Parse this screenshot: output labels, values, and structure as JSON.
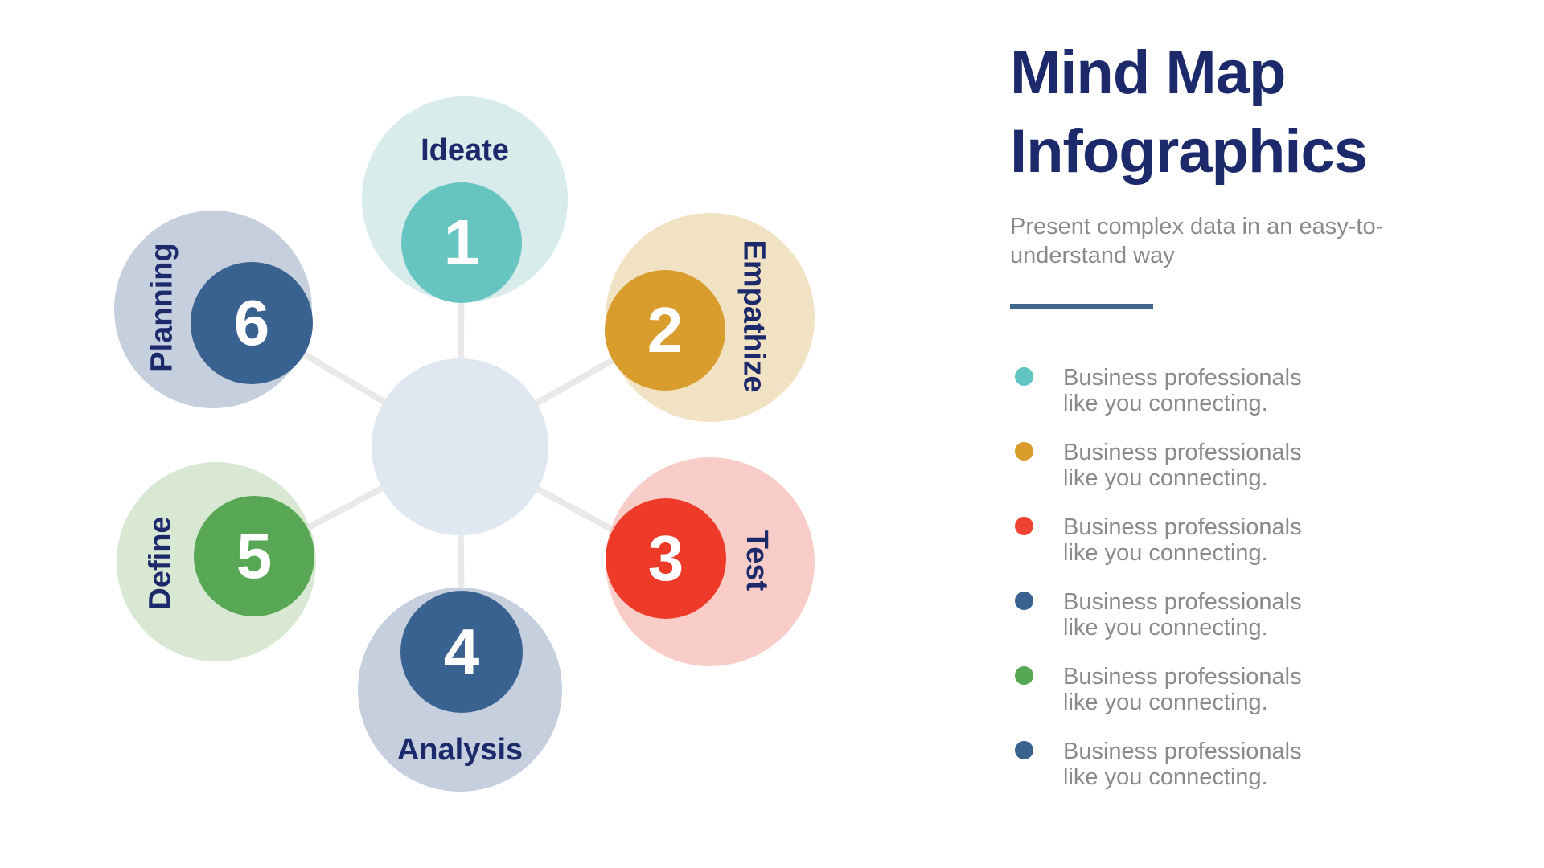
{
  "theme": {
    "background": "#ffffff",
    "navy": "#1c2a6b",
    "text_gray": "#8a8a8a",
    "number_white": "#ffffff"
  },
  "header": {
    "title": "Mind Map Infographics",
    "subtitle": "Present complex data in an easy-to-understand way",
    "divider_color": "#41698f"
  },
  "legend": {
    "items": [
      {
        "dot_color": "#5fc4c2",
        "line1": "Business professionals",
        "line2": "like you connecting."
      },
      {
        "dot_color": "#d99c2b",
        "line1": "Business professionals",
        "line2": "like you connecting."
      },
      {
        "dot_color": "#ee4232",
        "line1": "Business professionals",
        "line2": "like you connecting."
      },
      {
        "dot_color": "#3a6290",
        "line1": "Business professionals",
        "line2": "like you connecting."
      },
      {
        "dot_color": "#56a754",
        "line1": "Business professionals",
        "line2": "like you connecting."
      },
      {
        "dot_color": "#3a6290",
        "line1": "Business professionals",
        "line2": "like you connecting."
      }
    ]
  },
  "mindmap": {
    "center_color": "#dfe8f1",
    "connector_color": "#e9e9e9",
    "nodes": [
      {
        "number": "1",
        "label": "Ideate",
        "outer_color": "#d7eceb",
        "inner_color": "#66c4c1"
      },
      {
        "number": "2",
        "label": "Empathize",
        "outer_color": "#f2e2c4",
        "inner_color": "#d89d2d"
      },
      {
        "number": "3",
        "label": "Test",
        "outer_color": "#f8cdc7",
        "inner_color": "#ee3a28"
      },
      {
        "number": "4",
        "label": "Analysis",
        "outer_color": "#c5cfdd",
        "inner_color": "#3a6290"
      },
      {
        "number": "5",
        "label": "Define",
        "outer_color": "#d8e8d2",
        "inner_color": "#57a755"
      },
      {
        "number": "6",
        "label": "Planning",
        "outer_color": "#c5cfdd",
        "inner_color": "#3a6290"
      }
    ]
  }
}
